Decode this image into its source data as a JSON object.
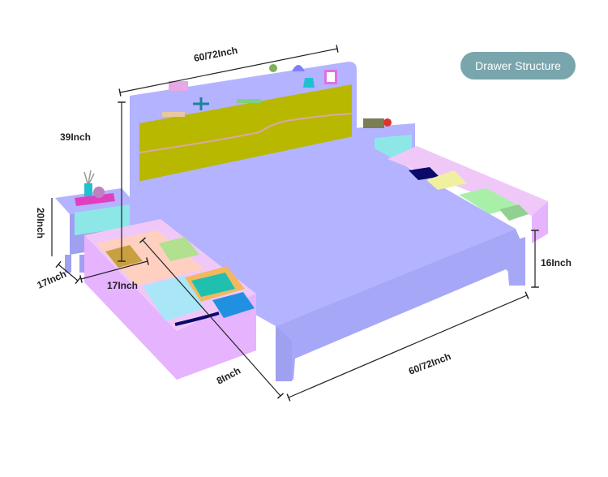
{
  "badge": {
    "label": "Drawer Structure"
  },
  "dimensions": {
    "headboard_width": "60/72Inch",
    "headboard_height": "39Inch",
    "nightstand_height": "20Inch",
    "nightstand_depth": "17Inch",
    "nightstand_width": "17Inch",
    "drawer_depth": "8Inch",
    "bed_length": "60/72Inch",
    "bed_height": "16Inch"
  },
  "colors": {
    "frame": "#b3b3ff",
    "headboard_panel": "#b8b800",
    "nightstand_top": "#8ee7e7",
    "drawer": "#e6b3ff",
    "drawer_inner": "#f0c8f8",
    "accent_badge": "#79a5ad"
  }
}
